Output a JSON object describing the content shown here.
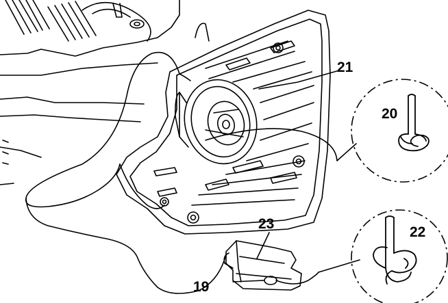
{
  "callouts": {
    "c19": "19",
    "c20": "20",
    "c21": "21",
    "c22": "22",
    "c23": "23"
  },
  "colors": {
    "ink": "#000000",
    "paper": "#ffffff"
  }
}
